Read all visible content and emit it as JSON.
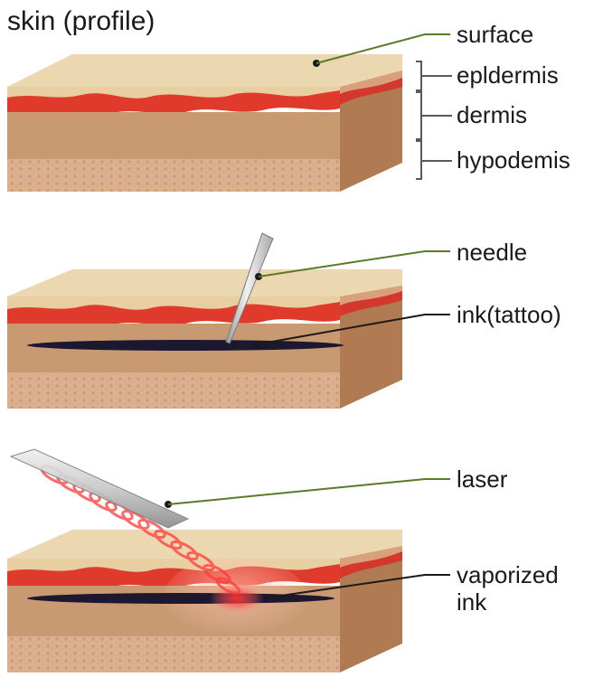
{
  "title": "skin (profile)",
  "panels": [
    {
      "labels": {
        "surface": "surface",
        "epidermis": "epldermis",
        "dermis": "dermis",
        "hypodermis": "hypodemis"
      }
    },
    {
      "labels": {
        "needle": "needle",
        "ink": "ink(tattoo)"
      }
    },
    {
      "labels": {
        "laser": "laser",
        "vaporized_line1": "vaporized",
        "vaporized_line2": "ink"
      }
    }
  ],
  "colors": {
    "surface": "#ecd8b0",
    "epidermis": "#e8cfa2",
    "blood_layer": "#e03a2c",
    "dermis": "#c99a72",
    "hypodermis": "#dcb08e",
    "side_face": "#b07a52",
    "ink": "#1c1830",
    "leader_line": "#5a7a2a",
    "laser_glow": "#ff2a2a"
  }
}
